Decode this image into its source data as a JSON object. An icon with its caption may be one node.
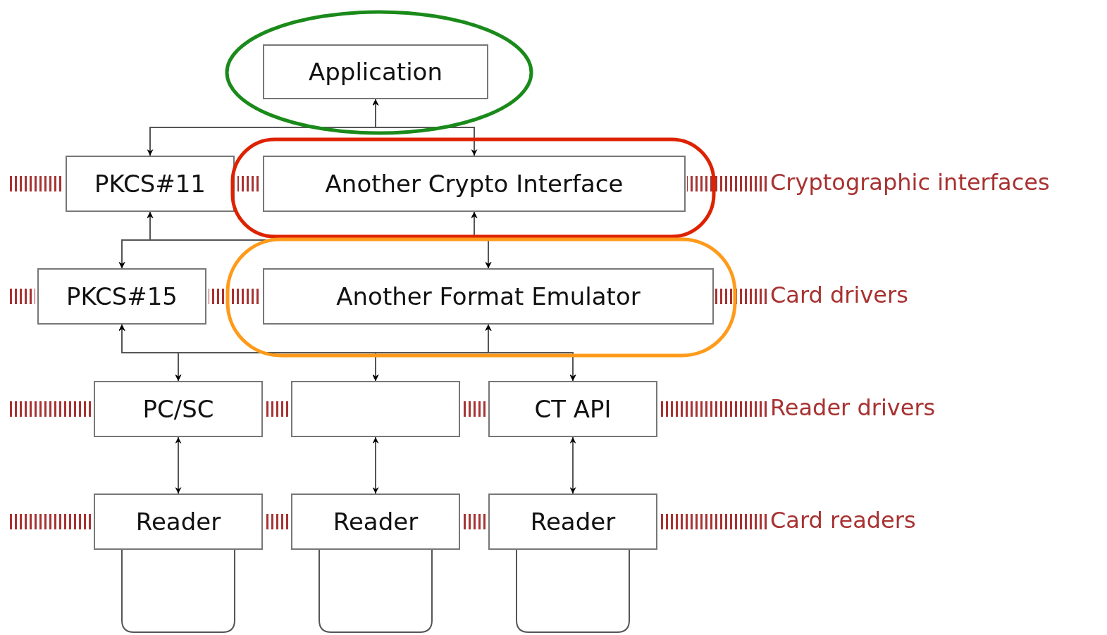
{
  "diagram": {
    "nodes": [
      {
        "text": [
          "Application"
        ]
      },
      {
        "text": [
          "PKCS#11"
        ]
      },
      {
        "text": [
          "Another Crypto Interface"
        ]
      },
      {
        "text": [
          "PKCS#15"
        ]
      },
      {
        "text": [
          "Another Format Emulator"
        ]
      },
      {
        "text": [
          "PC/SC"
        ]
      },
      {
        "text": [],
        "shape": "box"
      },
      {
        "text": [
          "CT API"
        ]
      },
      {
        "text": [
          "Reader"
        ]
      },
      {
        "text": [
          "Reader"
        ]
      },
      {
        "text": [
          "Reader"
        ]
      }
    ],
    "edges": [
      {
        "from": 0,
        "to": 1,
        "arrow": "both"
      },
      {
        "from": 0,
        "to": 2,
        "arrow": "both"
      },
      {
        "from": 1,
        "to": 3,
        "arrow": "both"
      },
      {
        "from": 1,
        "to": 4,
        "arrow": "both"
      },
      {
        "from": 2,
        "to": 3,
        "arrow": "both"
      },
      {
        "from": 2,
        "to": 4,
        "arrow": "both"
      },
      {
        "from": 3,
        "to": 5,
        "arrow": "both"
      },
      {
        "from": 3,
        "to": 6,
        "arrow": "both"
      },
      {
        "from": 3,
        "to": 7,
        "arrow": "both"
      },
      {
        "from": 4,
        "to": 5,
        "arrow": "both"
      },
      {
        "from": 4,
        "to": 6,
        "arrow": "both"
      },
      {
        "from": 4,
        "to": 7,
        "arrow": "both"
      },
      {
        "from": 5,
        "to": 8,
        "arrow": "both"
      },
      {
        "from": 6,
        "to": 9,
        "arrow": "both"
      },
      {
        "from": 7,
        "to": 10,
        "arrow": "both"
      }
    ],
    "labels": [
      "Cryptographic interfaces",
      "Card drivers",
      "Reader drivers",
      "Card readers"
    ]
  }
}
